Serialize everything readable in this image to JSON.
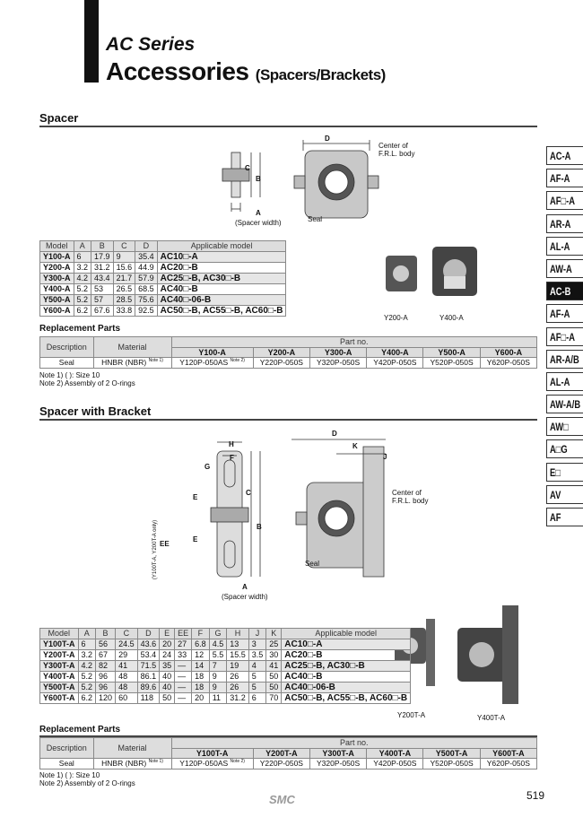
{
  "header": {
    "series": "AC Series",
    "title": "Accessories",
    "subtitle": "(Spacers/Brackets)"
  },
  "side_tabs": [
    "AC-A",
    "AF-A",
    "AF□-A",
    "AR-A",
    "AL-A",
    "AW-A",
    "AC-B",
    "AF-A",
    "AF□-A",
    "AR-A/B",
    "AL-A",
    "AW-A/B",
    "AW□",
    "A□G",
    "E□",
    "AV",
    "AF"
  ],
  "active_tab": "AC-B",
  "spacer": {
    "title": "Spacer",
    "diagram": {
      "d": "D",
      "c": "C",
      "b": "B",
      "a": "A",
      "center": "Center of",
      "center2": "F.R.L. body",
      "seal": "Seal",
      "width": "(Spacer width)"
    },
    "photos": [
      "Y200-A",
      "Y400-A"
    ],
    "headers": [
      "Model",
      "A",
      "B",
      "C",
      "D",
      "Applicable model"
    ],
    "rows": [
      [
        "Y100-A",
        "6",
        "17.9",
        "9",
        "35.4",
        "AC10□-A"
      ],
      [
        "Y200-A",
        "3.2",
        "31.2",
        "15.6",
        "44.9",
        "AC20□-B"
      ],
      [
        "Y300-A",
        "4.2",
        "43.4",
        "21.7",
        "57.9",
        "AC25□-B, AC30□-B"
      ],
      [
        "Y400-A",
        "5.2",
        "53",
        "26.5",
        "68.5",
        "AC40□-B"
      ],
      [
        "Y500-A",
        "5.2",
        "57",
        "28.5",
        "75.6",
        "AC40□-06-B"
      ],
      [
        "Y600-A",
        "6.2",
        "67.6",
        "33.8",
        "92.5",
        "AC50□-B, AC55□-B, AC60□-B"
      ]
    ],
    "replacement": {
      "title": "Replacement Parts",
      "description": "Description",
      "material": "Material",
      "partno": "Part no.",
      "models": [
        "Y100-A",
        "Y200-A",
        "Y300-A",
        "Y400-A",
        "Y500-A",
        "Y600-A"
      ],
      "row": {
        "desc": "Seal",
        "material": "HNBR (NBR)",
        "material_note": "Note 1)",
        "parts": [
          "Y120P-050AS",
          "Y220P-050S",
          "Y320P-050S",
          "Y420P-050S",
          "Y520P-050S",
          "Y620P-050S"
        ],
        "first_note": "Note 2)"
      }
    },
    "notes": [
      "Note 1) (  ): Size 10",
      "Note 2) Assembly of 2 O-rings"
    ]
  },
  "bracket": {
    "title": "Spacer with Bracket",
    "diagram": {
      "h": "H",
      "f": "F",
      "g": "G",
      "e": "E",
      "c": "C",
      "b": "B",
      "ee": "EE",
      "ee_note": "(Y100T-A, Y200T-A only)",
      "d": "D",
      "k": "K",
      "j": "J",
      "center": "Center of",
      "center2": "F.R.L. body",
      "seal": "Seal",
      "a": "A",
      "width": "(Spacer width)"
    },
    "photos": [
      "Y200T-A",
      "Y400T-A"
    ],
    "headers": [
      "Model",
      "A",
      "B",
      "C",
      "D",
      "E",
      "EE",
      "F",
      "G",
      "H",
      "J",
      "K",
      "Applicable model"
    ],
    "rows": [
      [
        "Y100T-A",
        "6",
        "56",
        "24.5",
        "43.6",
        "20",
        "27",
        "6.8",
        "4.5",
        "13",
        "3",
        "25",
        "AC10□-A"
      ],
      [
        "Y200T-A",
        "3.2",
        "67",
        "29",
        "53.4",
        "24",
        "33",
        "12",
        "5.5",
        "15.5",
        "3.5",
        "30",
        "AC20□-B"
      ],
      [
        "Y300T-A",
        "4.2",
        "82",
        "41",
        "71.5",
        "35",
        "—",
        "14",
        "7",
        "19",
        "4",
        "41",
        "AC25□-B, AC30□-B"
      ],
      [
        "Y400T-A",
        "5.2",
        "96",
        "48",
        "86.1",
        "40",
        "—",
        "18",
        "9",
        "26",
        "5",
        "50",
        "AC40□-B"
      ],
      [
        "Y500T-A",
        "5.2",
        "96",
        "48",
        "89.6",
        "40",
        "—",
        "18",
        "9",
        "26",
        "5",
        "50",
        "AC40□-06-B"
      ],
      [
        "Y600T-A",
        "6.2",
        "120",
        "60",
        "118",
        "50",
        "—",
        "20",
        "11",
        "31.2",
        "6",
        "70",
        "AC50□-B, AC55□-B, AC60□-B"
      ]
    ],
    "replacement": {
      "title": "Replacement Parts",
      "description": "Description",
      "material": "Material",
      "partno": "Part no.",
      "models": [
        "Y100T-A",
        "Y200T-A",
        "Y300T-A",
        "Y400T-A",
        "Y500T-A",
        "Y600T-A"
      ],
      "row": {
        "desc": "Seal",
        "material": "HNBR (NBR)",
        "material_note": "Note 1)",
        "parts": [
          "Y120P-050AS",
          "Y220P-050S",
          "Y320P-050S",
          "Y420P-050S",
          "Y520P-050S",
          "Y620P-050S"
        ],
        "first_note": "Note 2)"
      }
    },
    "notes": [
      "Note 1) (  ): Size 10",
      "Note 2) Assembly of 2 O-rings"
    ]
  },
  "footer": {
    "logo": "SMC",
    "page": "519"
  }
}
